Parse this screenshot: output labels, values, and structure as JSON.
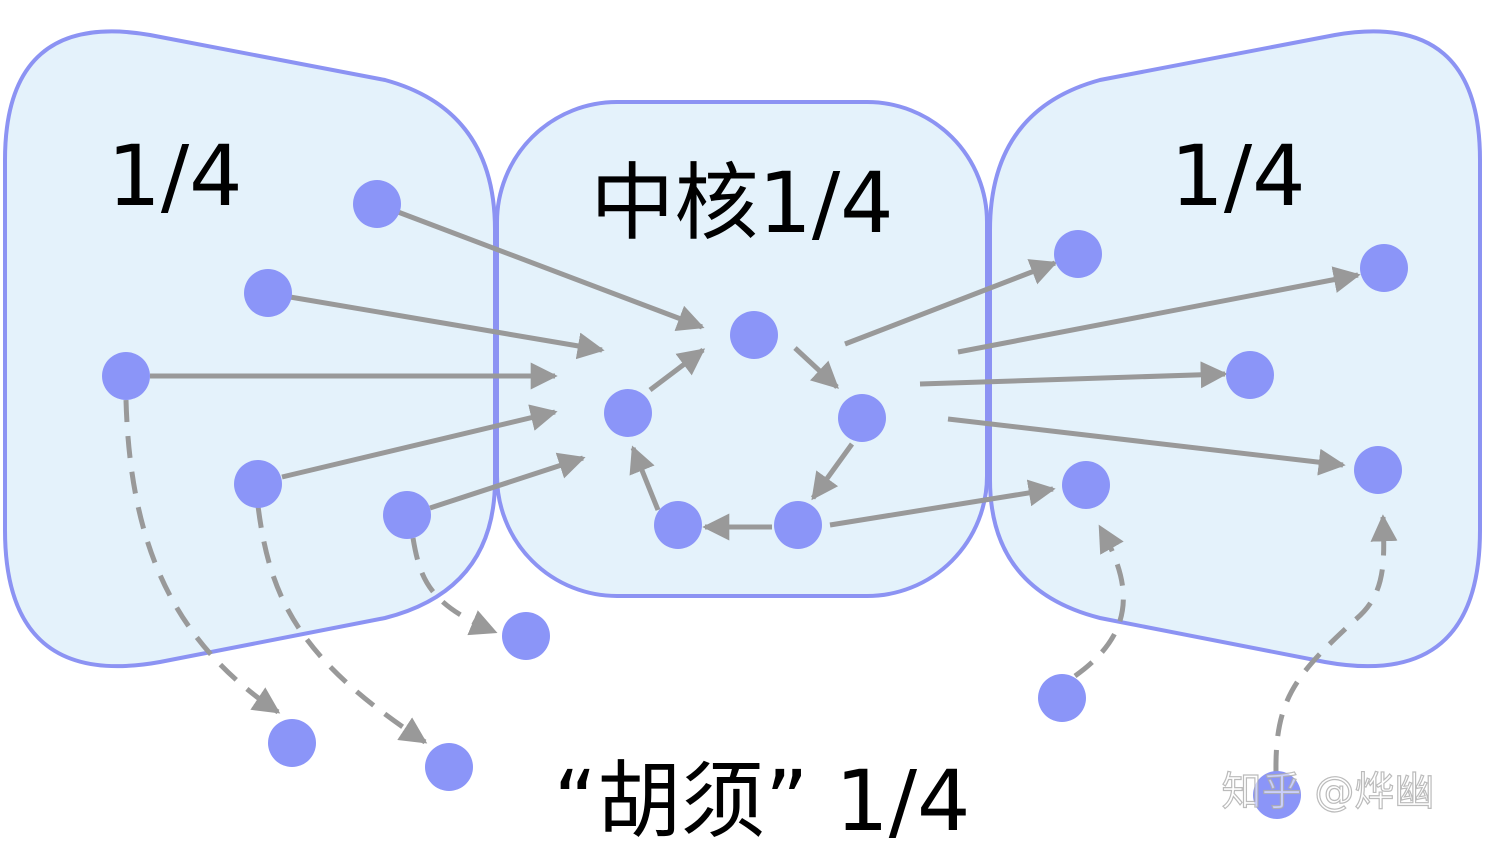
{
  "colors": {
    "region_fill": "#e4f2fb",
    "region_stroke": "#8c93f3",
    "node_fill": "#8b95f8",
    "arrow": "#999999",
    "text": "#000000",
    "watermark": "#cccccc"
  },
  "regions": {
    "left": {
      "label": "1/4"
    },
    "core": {
      "label": "中核1/4"
    },
    "right": {
      "label": "1/4"
    }
  },
  "whiskers_label": "“胡须” 1/4",
  "watermark": "知乎 @烨幽"
}
